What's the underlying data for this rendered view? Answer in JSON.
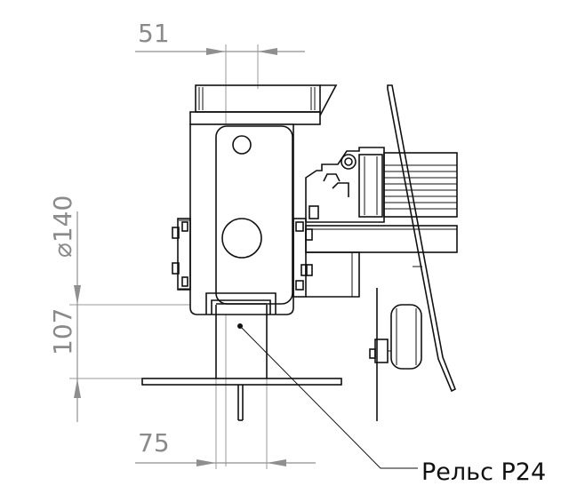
{
  "dimensions": {
    "top_width": "51",
    "diameter": "⌀140",
    "height": "107",
    "bottom_width": "75"
  },
  "callout": {
    "label": "Рельс Р24"
  }
}
